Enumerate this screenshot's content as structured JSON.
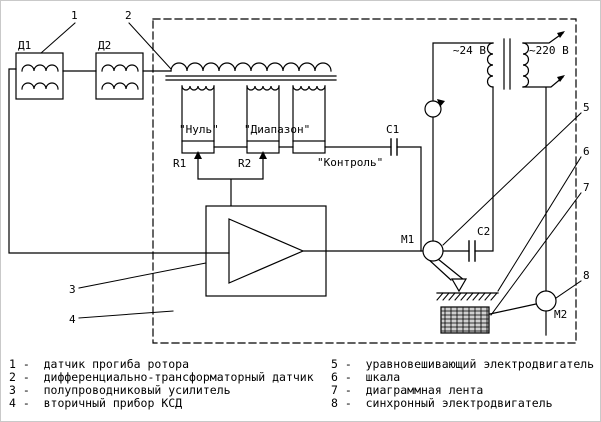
{
  "diagram": {
    "sensor_d1": "Д1",
    "sensor_d2": "Д2",
    "pot_null": "\"Нуль\"",
    "pot_range": "\"Диапазон\"",
    "pot_control": "\"Контроль\"",
    "r1": "R1",
    "r2": "R2",
    "c1": "C1",
    "c2": "C2",
    "m1": "M1",
    "m2": "M2",
    "v24": "~24 В",
    "v220": "~220 В",
    "callouts": [
      "1",
      "2",
      "3",
      "4",
      "5",
      "6",
      "7",
      "8"
    ]
  },
  "legend": {
    "left": [
      "1 -  датчик прогиба ротора",
      "2 -  дифференциально-трансформаторный датчик",
      "3 -  полупроводниковый усилитель",
      "4 -  вторичный прибор КСД"
    ],
    "right": [
      "5 -  уравновешивающий электродвигатель",
      "6 -  шкала",
      "7 -  диаграммная лента",
      "8 -  синхронный электродвигатель"
    ]
  }
}
